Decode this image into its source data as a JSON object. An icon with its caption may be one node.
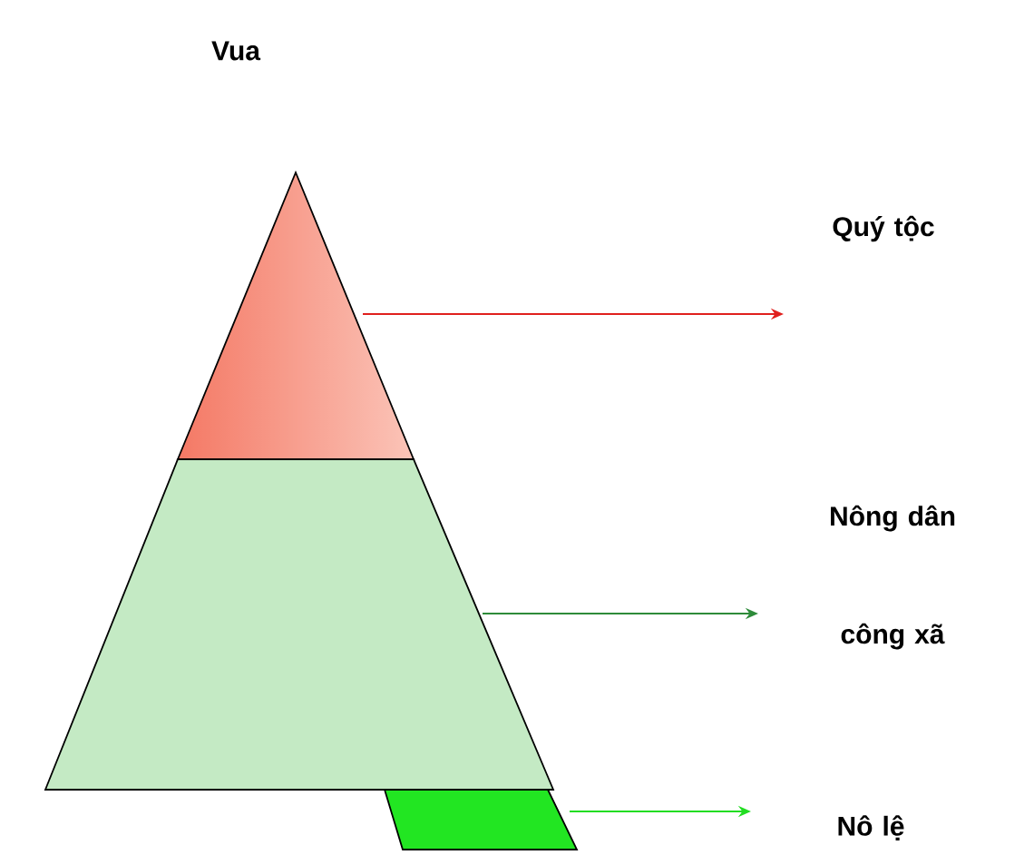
{
  "diagram": {
    "nodes": [
      {
        "text": [],
        "shape": "triangle"
      },
      {
        "text": [],
        "shape": "trapezoid"
      },
      {
        "text": [],
        "shape": "bar"
      },
      {
        "text": [
          "Quý tộc"
        ]
      },
      {
        "text": [
          "Nông dân công xã"
        ]
      },
      {
        "text": [
          "Nô lệ"
        ]
      }
    ],
    "edges": [
      {
        "from": 0,
        "to": 3,
        "arrow": "to",
        "color": "#e0201e"
      },
      {
        "from": 1,
        "to": 4,
        "arrow": "to",
        "color": "#2e8b3a"
      },
      {
        "from": 2,
        "to": 5,
        "arrow": "to",
        "color": "#22dd22"
      }
    ],
    "labels": [
      "Vua"
    ]
  }
}
